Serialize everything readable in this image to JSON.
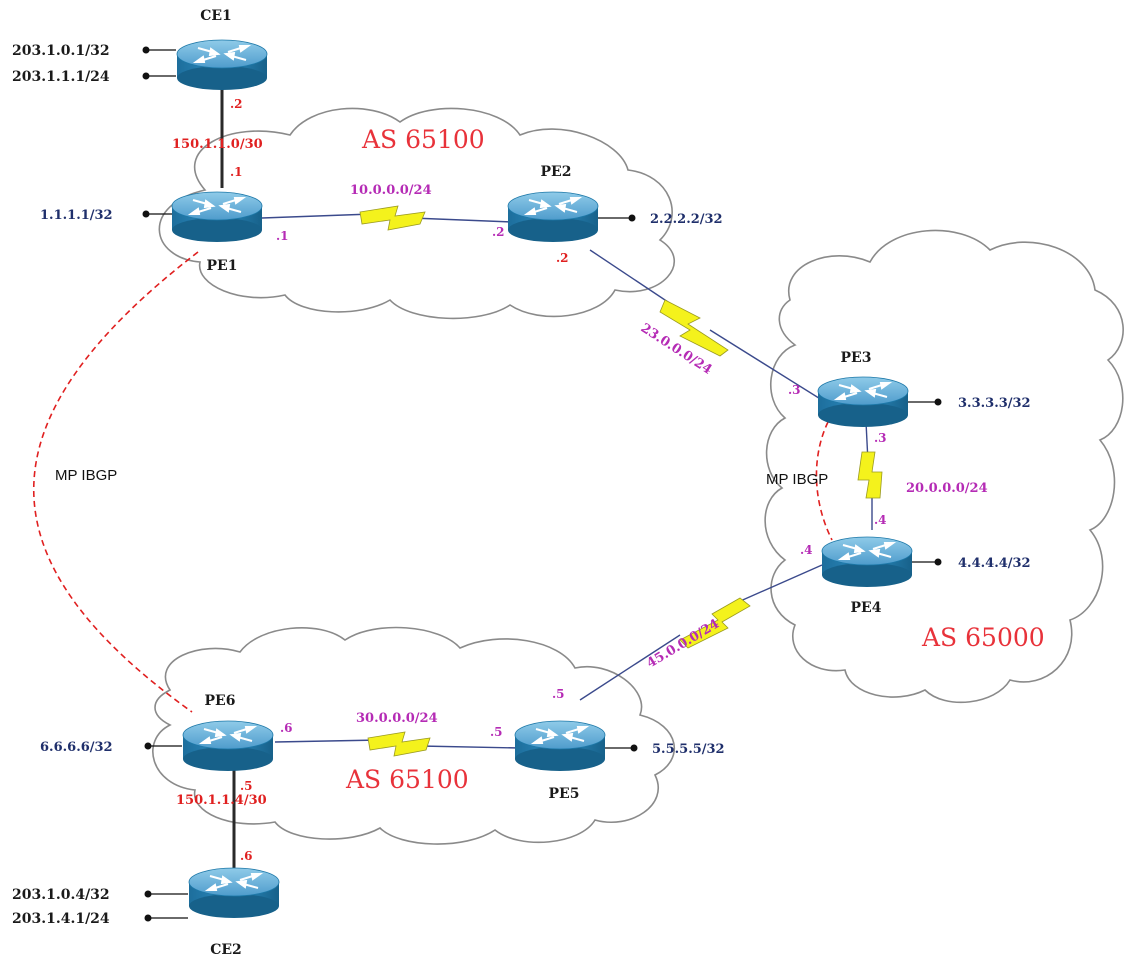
{
  "routers": {
    "ce1": "CE1",
    "ce2": "CE2",
    "pe1": "PE1",
    "pe2": "PE2",
    "pe3": "PE3",
    "pe4": "PE4",
    "pe5": "PE5",
    "pe6": "PE6"
  },
  "as_labels": {
    "top": "AS 65100",
    "bottom": "AS 65100",
    "right": "AS 65000"
  },
  "networks": {
    "ce1_net1": "203.1.0.1/32",
    "ce1_net2": "203.1.1.1/24",
    "ce2_net1": "203.1.0.4/32",
    "ce2_net2": "203.1.4.1/24",
    "pe1_loopback": "1.1.1.1/32",
    "pe2_loopback": "2.2.2.2/32",
    "pe3_loopback": "3.3.3.3/32",
    "pe4_loopback": "4.4.4.4/32",
    "pe5_loopback": "5.5.5.5/32",
    "pe6_loopback": "6.6.6.6/32"
  },
  "subnets": {
    "ce1_pe1": "150.1.1.0/30",
    "pe1_pe2": "10.0.0.0/24",
    "pe2_pe3": "23.0.0.0/24",
    "pe3_pe4": "20.0.0.0/24",
    "pe4_pe5": "45.0.0.0/24",
    "pe5_pe6": "30.0.0.0/24",
    "pe6_ce2": "150.1.1.4/30"
  },
  "interfaces": {
    "ce1_down": ".2",
    "pe1_up": ".1",
    "pe1_right": ".1",
    "pe2_left": ".2",
    "pe2_down": ".2",
    "pe3_left": ".3",
    "pe3_down": ".3",
    "pe4_up": ".4",
    "pe4_left": ".4",
    "pe5_up": ".5",
    "pe5_left": ".5",
    "pe6_right": ".6",
    "pe6_down": ".5",
    "ce2_up": ".6"
  },
  "sessions": {
    "pe1_pe6": "MP IBGP",
    "pe3_pe4": "MP IBGP"
  },
  "colors": {
    "router_top": "#6fb8dc",
    "router_side": "#1d78a8",
    "as_text": "#e8323a",
    "subnet_text": "#b52bb5",
    "ibgp_line": "#e02020",
    "serial_bolt": "#f4f21c"
  },
  "icons": {
    "router": "cisco-router-icon",
    "serial_link": "lightning-bolt-icon"
  }
}
